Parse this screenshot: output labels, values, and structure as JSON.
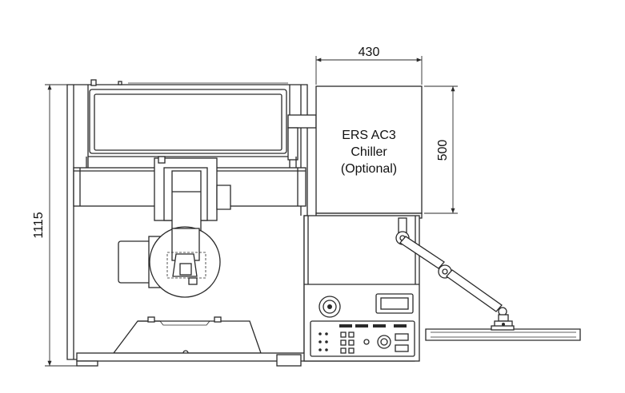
{
  "dimensions": {
    "chiller_width": "430",
    "chiller_depth": "500",
    "machine_height": "1115"
  },
  "chiller_label": {
    "line1": "ERS AC3",
    "line2": "Chiller",
    "line3": "(Optional)"
  }
}
